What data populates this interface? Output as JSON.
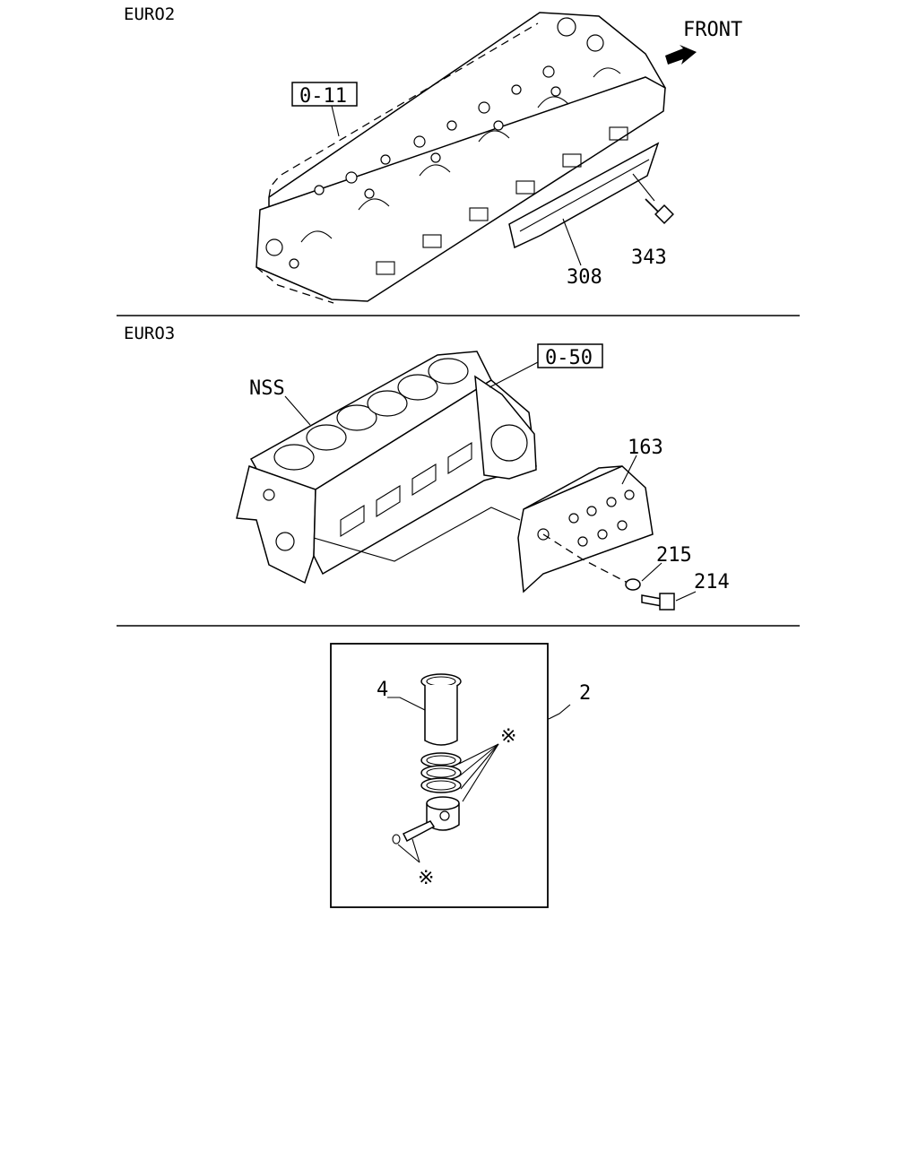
{
  "sections": [
    {
      "label": "EURO2",
      "parts": {
        "ref": "0-11",
        "p1": "308",
        "p2": "343"
      },
      "direction": "FRONT"
    },
    {
      "label": "EURO3",
      "parts": {
        "ref": "0-50",
        "nss": "NSS",
        "p1": "163",
        "p2": "215",
        "p3": "214"
      }
    },
    {
      "parts": {
        "kit": "2",
        "liner": "4",
        "star_rings": "※",
        "star_pin": "※"
      }
    }
  ]
}
